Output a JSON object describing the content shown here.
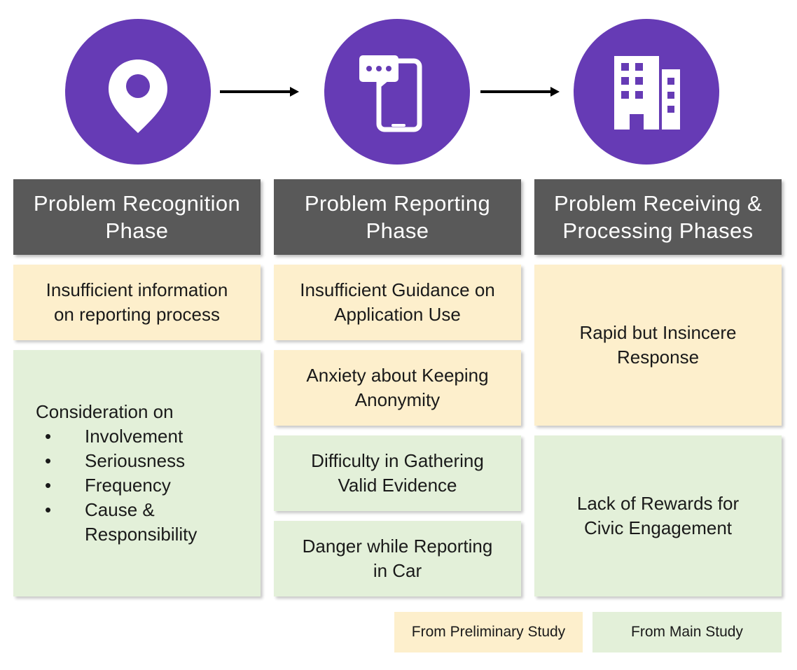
{
  "colors": {
    "circle": "#663bb5",
    "header": "#595959",
    "preliminary": "#fdefcc",
    "main": "#e3f0d9"
  },
  "icons": [
    "map-pin-icon",
    "phone-chat-icon",
    "building-icon"
  ],
  "phases": [
    {
      "title": "Problem Recognition\nPhase"
    },
    {
      "title": "Problem Reporting\nPhase"
    },
    {
      "title": "Problem Receiving &\nProcessing Phases"
    }
  ],
  "col1": {
    "box1": "Insufficient information\non reporting process",
    "consider": {
      "heading": "Consideration on",
      "bullet_glyph": "•",
      "items": [
        "Involvement",
        "Seriousness",
        "Frequency",
        "Cause &\nResponsibility"
      ]
    }
  },
  "col2": {
    "box1": "Insufficient Guidance on\nApplication Use",
    "box2": "Anxiety about Keeping\nAnonymity",
    "box3": "Difficulty in Gathering\nValid Evidence",
    "box4": "Danger while Reporting\nin Car"
  },
  "col3": {
    "box1": "Rapid but Insincere\nResponse",
    "box2": "Lack of Rewards for\nCivic Engagement"
  },
  "legend": {
    "preliminary": "From Preliminary Study",
    "main": "From Main Study"
  }
}
